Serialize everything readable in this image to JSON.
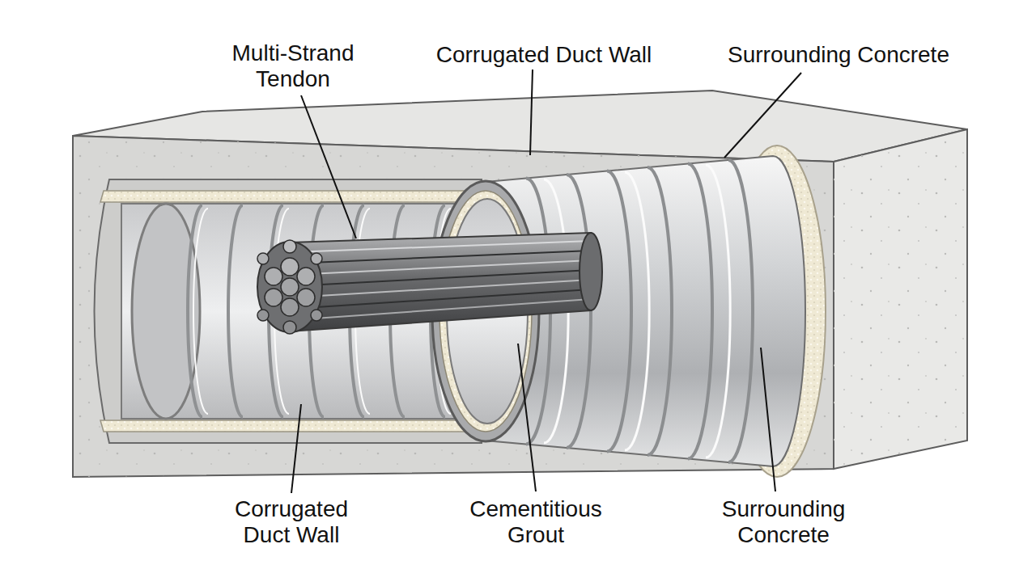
{
  "diagram": {
    "labels": [
      "Multi-Strand Tendon",
      "Corrugated Duct Wall",
      "Surrounding Concrete",
      "Corrugated Duct Wall",
      "Cementitious Grout",
      "Surrounding Concrete"
    ]
  }
}
